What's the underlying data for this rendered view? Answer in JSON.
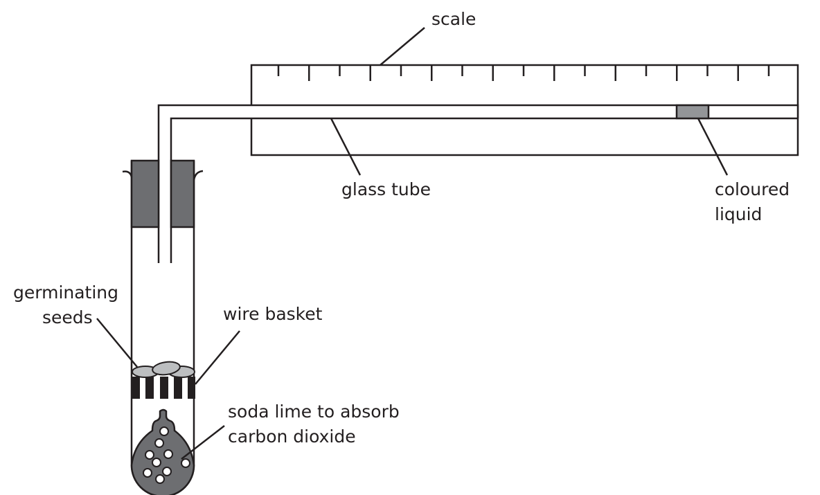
{
  "diagram": {
    "title": "Respirometer with germinating seeds",
    "labels": {
      "scale": "scale",
      "glass_tube": "glass tube",
      "coloured_liquid_line1": "coloured",
      "coloured_liquid_line2": "liquid",
      "germinating_seeds_line1": "germinating",
      "germinating_seeds_line2": "seeds",
      "wire_basket": "wire basket",
      "soda_lime_line1": "soda lime to absorb",
      "soda_lime_line2": "carbon dioxide"
    },
    "scale_ticks": {
      "count": 17,
      "pattern": "alternating short/long"
    },
    "colors": {
      "line": "#231f20",
      "stopper": "#6d6e71",
      "coloured_liquid": "#939598",
      "seeds": "#bcbec0",
      "basket": "#231f20",
      "soda_lime": "#6d6e71",
      "granules": "#ffffff"
    }
  }
}
